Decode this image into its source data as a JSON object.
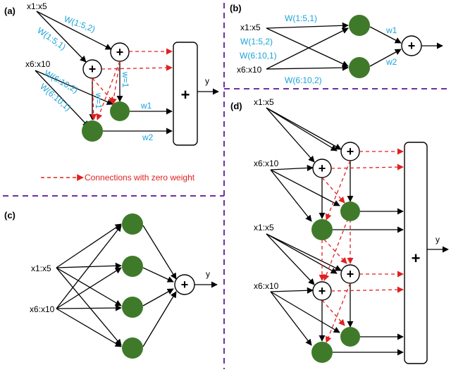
{
  "panels": {
    "a": {
      "tag": "(a)",
      "inputs": [
        "x1:x5",
        "x6:x10"
      ],
      "weights": [
        "W(1:5,2)",
        "W(1:5,1)",
        "W(6:10,2)",
        "W(6:10,1)"
      ],
      "unit_weights": [
        "w=1",
        "w=1"
      ],
      "output_weights": [
        "w1",
        "w2"
      ],
      "output": "y",
      "sum_symbol": "+"
    },
    "b": {
      "tag": "(b)",
      "inputs": [
        "x1:x5",
        "x6:x10"
      ],
      "weights": [
        "W(1:5,1)",
        "W(1:5,2)",
        "W(6:10,1)",
        "W(6:10,2)"
      ],
      "output_weights": [
        "w1",
        "w2"
      ],
      "sum_symbol": "+"
    },
    "c": {
      "tag": "(c)",
      "inputs": [
        "x1:x5",
        "x6:x10"
      ],
      "output": "y",
      "sum_symbol": "+"
    },
    "d": {
      "tag": "(d)",
      "inputs": [
        "x1:x5",
        "x6:x10",
        "x1:x5",
        "x6:x10"
      ],
      "output": "y",
      "sum_symbol": "+"
    }
  },
  "legend": {
    "label": "Connections with zero weight"
  },
  "colors": {
    "node": "#3f7a2a",
    "zero_weight": "#e02020",
    "weight_label": "#1aa3d9",
    "divider": "#7030a0"
  }
}
